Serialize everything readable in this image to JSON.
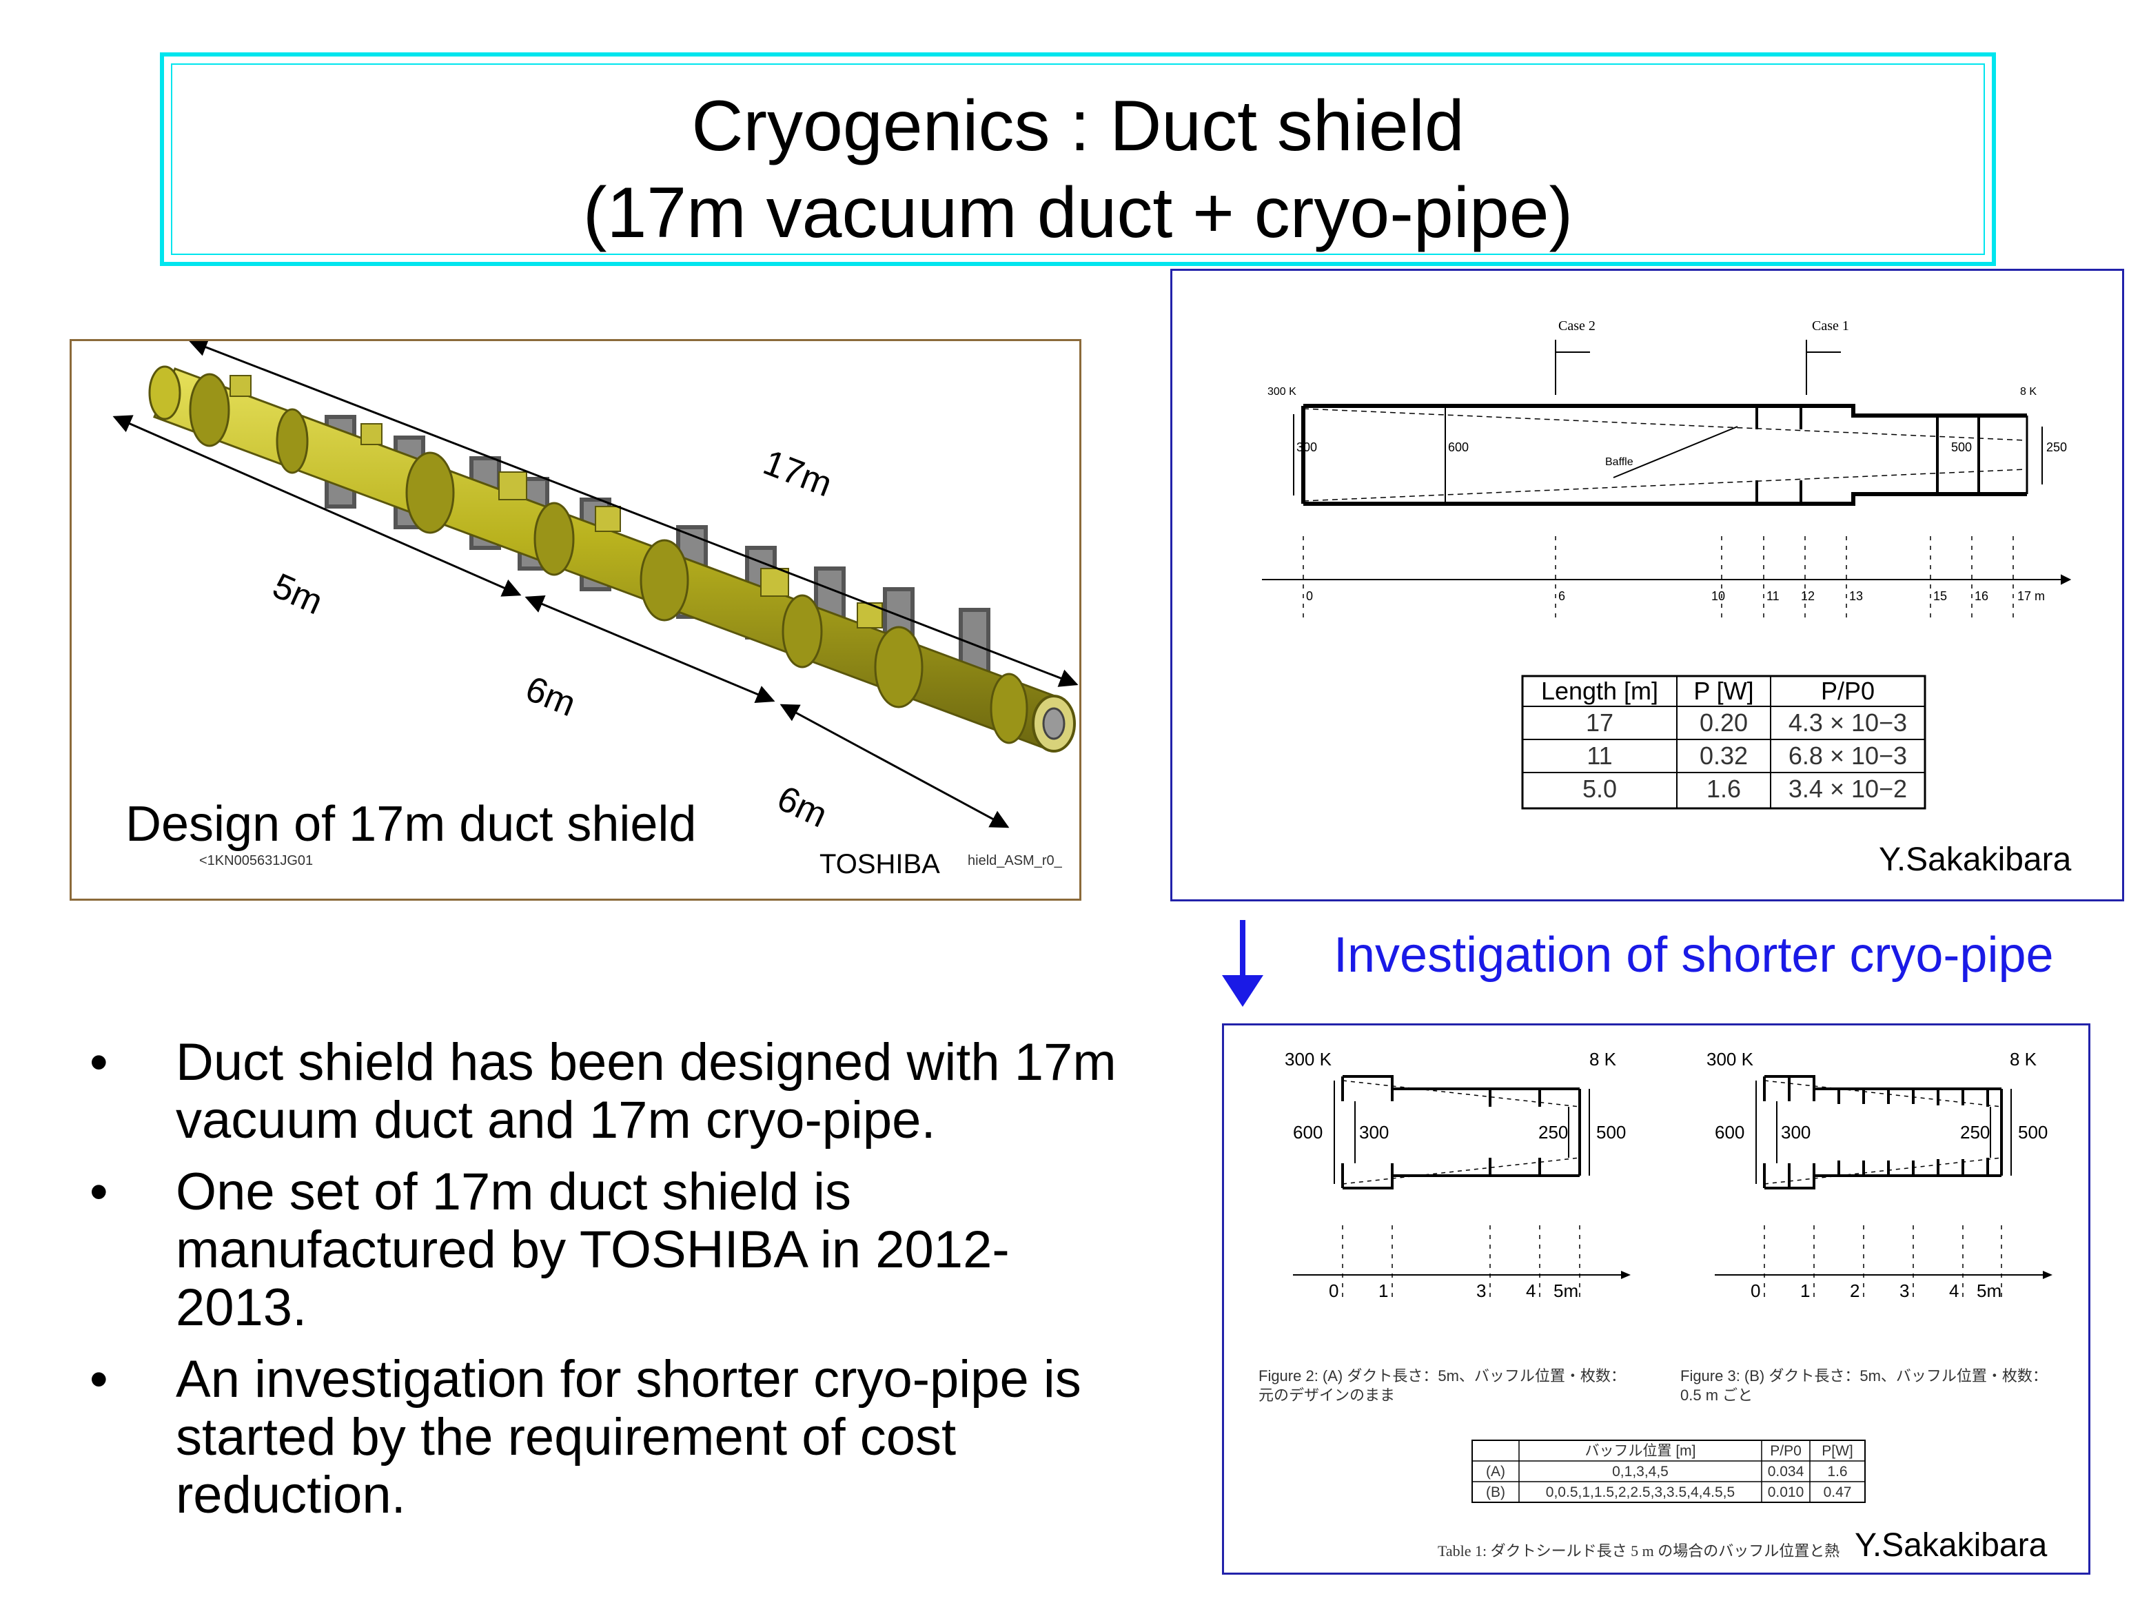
{
  "title": {
    "line1": "Cryogenics : Duct shield",
    "line2": "(17m vacuum duct + cryo-pipe)"
  },
  "model": {
    "caption": "Design of 17m duct shield",
    "manufacturer": "TOSHIBA",
    "file_label": "<1KN005631JG01",
    "file_suffix": "hield_ASM_r0_",
    "dims": [
      "17m",
      "5m",
      "6m",
      "6m"
    ]
  },
  "chart1": {
    "case2": "Case 2",
    "case1": "Case 1",
    "temp_left": "300 K",
    "temp_right": "8 K",
    "dim_300": "300",
    "dim_600": "600",
    "dim_500": "500",
    "dim_250": "250",
    "baffle": "Baffle",
    "axis_ticks": [
      "0",
      "6",
      "10",
      "11",
      "12",
      "13",
      "15",
      "16",
      "17 m"
    ],
    "credit": "Y.Sakakibara",
    "table": {
      "headers": [
        "Length [m]",
        "P [W]",
        "P/P0"
      ],
      "rows": [
        [
          "17",
          "0.20",
          "4.3 × 10−3"
        ],
        [
          "11",
          "0.32",
          "6.8 × 10−3"
        ],
        [
          "5.0",
          "1.6",
          "3.4 × 10−2"
        ]
      ]
    }
  },
  "arrow_caption": "Investigation of shorter cryo-pipe",
  "chart2": {
    "temp_left": "300 K",
    "temp_right": "8 K",
    "dim_600": "600",
    "dim_300": "300",
    "dim_250": "250",
    "dim_500": "500",
    "axisA": [
      "0",
      "1",
      "3",
      "4",
      "5m"
    ],
    "axisB": [
      "0",
      "1",
      "2",
      "3",
      "4",
      "5m"
    ],
    "figA_line1": "Figure 2: (A) ダクト長さ：5m、バッフル位置・枚数：",
    "figA_line2": "元のデザインのまま",
    "figB_line1": "Figure 3: (B) ダクト長さ：5m、バッフル位置・枚数：",
    "figB_line2": "0.5 m ごと",
    "table": {
      "headers": [
        "",
        "バッフル位置 [m]",
        "P/P0",
        "P[W]"
      ],
      "rows": [
        [
          "(A)",
          "0,1,3,4,5",
          "0.034",
          "1.6"
        ],
        [
          "(B)",
          "0,0.5,1,1.5,2,2.5,3,3.5,4,4.5,5",
          "0.010",
          "0.47"
        ]
      ]
    },
    "table_caption": "Table 1: ダクトシールド長さ 5 m の場合のバッフル位置と熱",
    "credit": "Y.Sakakibara"
  },
  "bullets": [
    "Duct shield has been designed with 17m vacuum duct and 17m cryo-pipe.",
    "One set of 17m duct shield is manufactured by TOSHIBA in 2012-2013.",
    "An investigation for shorter cryo-pipe is started by the requirement of cost reduction."
  ],
  "bullet_char": "•",
  "colors": {
    "title_border": "#00e5ee",
    "accent_blue": "#1a1ae6",
    "frame_blue": "#2222aa",
    "pipe_yellow": "#b9b21e"
  }
}
